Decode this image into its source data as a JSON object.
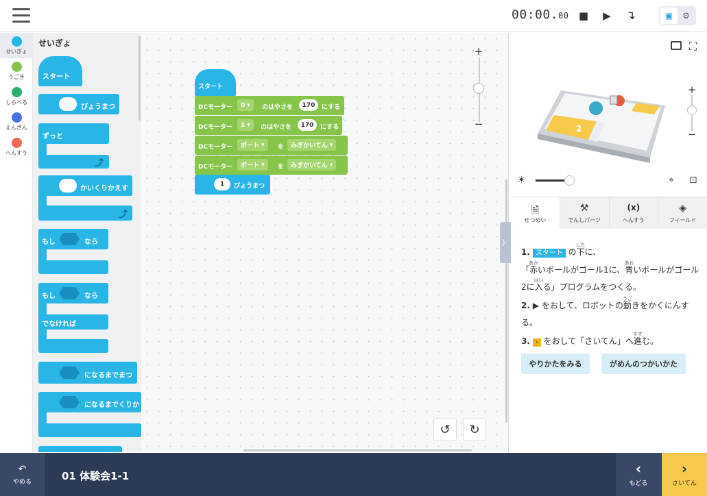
{
  "timer": {
    "main": "00:00.",
    "frac": "00"
  },
  "toolbar": {
    "stop_icon": "stop-icon",
    "play_icon": "play-icon",
    "step_icon": "step-icon"
  },
  "categories": [
    {
      "label": "せいぎょ",
      "color": "#29b5e5"
    },
    {
      "label": "うごき",
      "color": "#86c44a"
    },
    {
      "label": "しらべる",
      "color": "#2bb06a"
    },
    {
      "label": "えんざん",
      "color": "#4a6fe0"
    },
    {
      "label": "へんすう",
      "color": "#ee6a55"
    }
  ],
  "palette": {
    "title": "せいぎょ",
    "start": "スタート",
    "wait": "びょうまつ",
    "forever": "ずっと",
    "repeat": "かいくりかえす",
    "if1_a": "もし",
    "if1_b": "なら",
    "if2_a": "もし",
    "if2_b": "なら",
    "if2_else": "でなければ",
    "wait_until": "になるまでまつ",
    "repeat_until": "になるまでくりか"
  },
  "program": {
    "start": "スタート",
    "blocks": [
      {
        "label": "DCモーター",
        "port": "0",
        "mid": "のはやさを",
        "val": "170",
        "tail": "にする"
      },
      {
        "label": "DCモーター",
        "port": "1",
        "mid": "のはやさを",
        "val": "170",
        "tail": "にする"
      },
      {
        "label": "DCモーター",
        "port": "ポート",
        "mid": "を",
        "val": "みぎかいてん"
      },
      {
        "label": "DCモーター",
        "port": "ポート",
        "mid": "を",
        "val": "みぎかいてん"
      }
    ],
    "wait_val": "1",
    "wait_label": "びょうまつ"
  },
  "workspace": {
    "zoom_in": "+",
    "zoom_out": "−",
    "undo_icon": "undo-icon",
    "redo_icon": "redo-icon",
    "collapse": "〉"
  },
  "stage": {
    "zoom_in": "+",
    "zoom_out": "−",
    "goal_number": "2"
  },
  "tabs": [
    {
      "label": "せつめい",
      "icon": "document-icon"
    },
    {
      "label": "でんしパーツ",
      "icon": "parts-icon"
    },
    {
      "label": "へんすう",
      "icon": "variable-icon"
    },
    {
      "label": "フィールド",
      "icon": "field-icon"
    }
  ],
  "instructions": {
    "n1": "1.",
    "chip": "スタート",
    "s1a": "の",
    "s1b_rb": "下",
    "s1b_rt": "した",
    "s1c": "に、",
    "s2a": "「",
    "s2b_rb": "赤",
    "s2b_rt": "あか",
    "s2c": "いボールがゴール1に、",
    "s2d_rb": "青",
    "s2d_rt": "あお",
    "s2e": "いボールがゴール2に",
    "s2f_rb": "入",
    "s2f_rt": "はい",
    "s2g": "る」プログラムをつくる。",
    "n2": "2.",
    "s3a": "をおして、ロボットの",
    "s3b_rb": "動",
    "s3b_rt": "うご",
    "s3c": "きをかくにんする。",
    "n3": "3.",
    "s4a": "をおして「さいてん」へ",
    "s4b_rb": "進",
    "s4b_rt": "すす",
    "s4c": "む。"
  },
  "help": {
    "howto": "やりかたをみる",
    "screen": "がめんのつかいかた"
  },
  "bottom": {
    "quit": "やめる",
    "lesson": "01 体験会1-1",
    "back": "もどる",
    "next": "さいてん"
  },
  "colors": {
    "control": "#29b5e5",
    "motion": "#86c44a",
    "bottom": "#2d3a55",
    "next": "#f7c94a"
  }
}
